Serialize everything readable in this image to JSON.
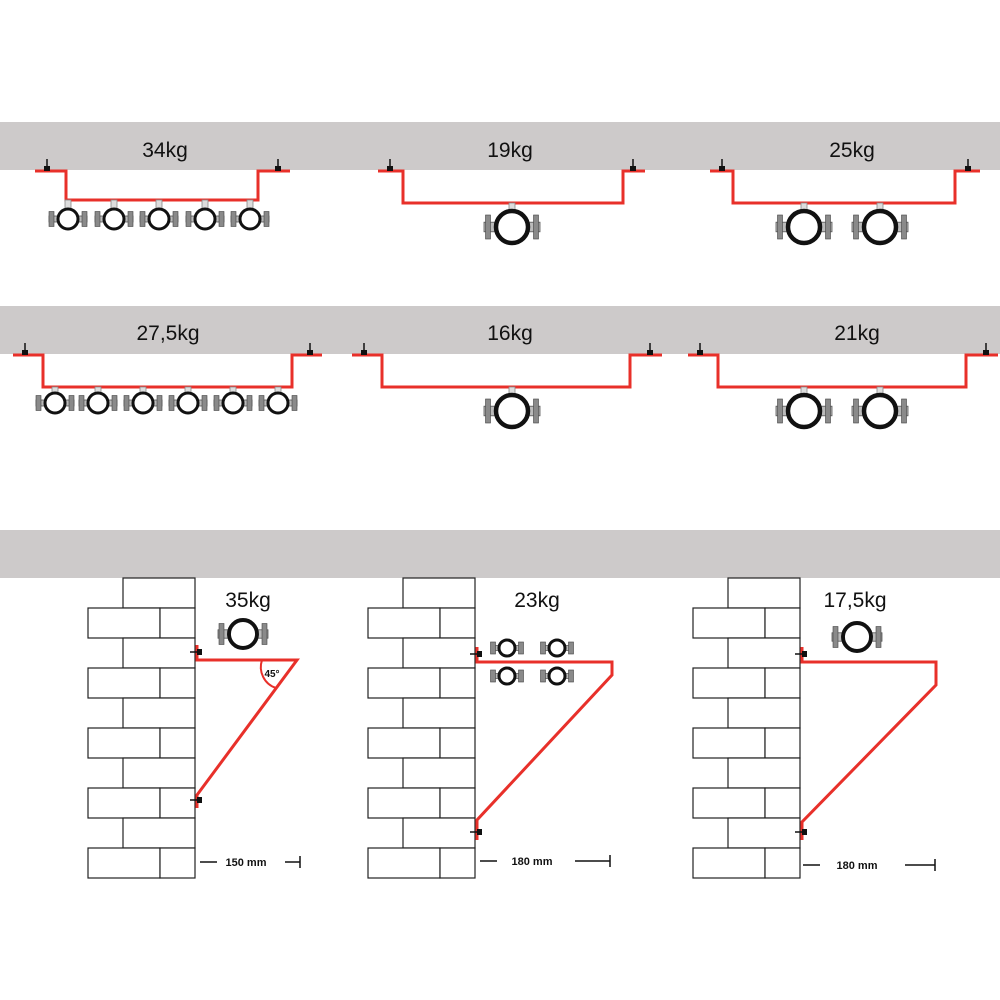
{
  "colors": {
    "ceiling": "#cdcaca",
    "bracket": "#e8302a",
    "clamp": "#111111",
    "bolt": "#8a8a8a"
  },
  "ceiling_mounts": [
    {
      "load": "34kg",
      "clamps": 5
    },
    {
      "load": "19kg",
      "clamps": 1
    },
    {
      "load": "25kg",
      "clamps": 2
    },
    {
      "load": "27,5kg",
      "clamps": 6
    },
    {
      "load": "16kg",
      "clamps": 1
    },
    {
      "load": "21kg",
      "clamps": 2
    }
  ],
  "wall_mounts": [
    {
      "load": "35kg",
      "distance": "150 mm",
      "angle": "45°",
      "clamps": 1
    },
    {
      "load": "23kg",
      "distance": "180 mm",
      "clamps": 4
    },
    {
      "load": "17,5kg",
      "distance": "180 mm",
      "clamps": 1
    }
  ]
}
